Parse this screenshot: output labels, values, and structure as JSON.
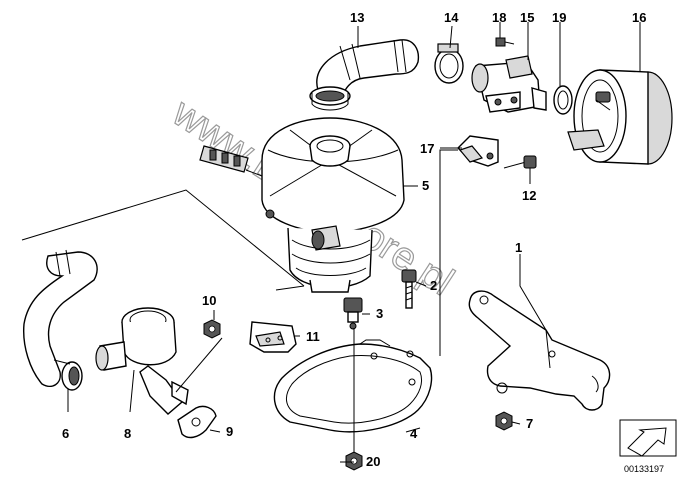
{
  "watermark": "www.BMWstore.pl",
  "document_number": "00133197",
  "callouts": {
    "p1": "1",
    "p2": "2",
    "p3": "3",
    "p4": "4",
    "p5": "5",
    "p6": "6",
    "p7": "7",
    "p8": "8",
    "p9": "9",
    "p10": "10",
    "p11": "11",
    "p12": "12",
    "p13": "13",
    "p14": "14",
    "p15": "15",
    "p16": "16",
    "p17": "17",
    "p18": "18",
    "p19": "19",
    "p20": "20"
  }
}
